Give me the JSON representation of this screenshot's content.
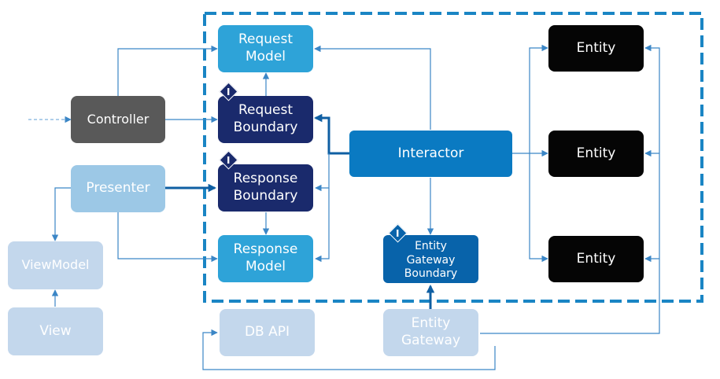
{
  "colors": {
    "boundary_dash": "#1a85c4",
    "light_blue": "#2ea3d8",
    "navy": "#1a2a6c",
    "mid_blue": "#0a7ac2",
    "gateway_boundary": "#0863aa",
    "black": "#050505",
    "controller_gray": "#595959",
    "presenter_blue": "#9cc8e6",
    "pale": "#c3d7ec",
    "connector": "#3b86c6",
    "thick_connector": "#0f5fa3"
  },
  "nodes": {
    "request_model": "Request\nModel",
    "request_boundary": "Request\nBoundary",
    "response_boundary": "Response\nBoundary",
    "response_model": "Response\nModel",
    "interactor": "Interactor",
    "entity_gateway_boundary": "Entity\nGateway\nBoundary",
    "entity_1": "Entity",
    "entity_2": "Entity",
    "entity_3": "Entity",
    "controller": "Controller",
    "presenter": "Presenter",
    "view_model": "ViewModel",
    "view": "View",
    "db_api": "DB API",
    "entity_gateway": "Entity\nGateway"
  },
  "interface_marker": "I"
}
